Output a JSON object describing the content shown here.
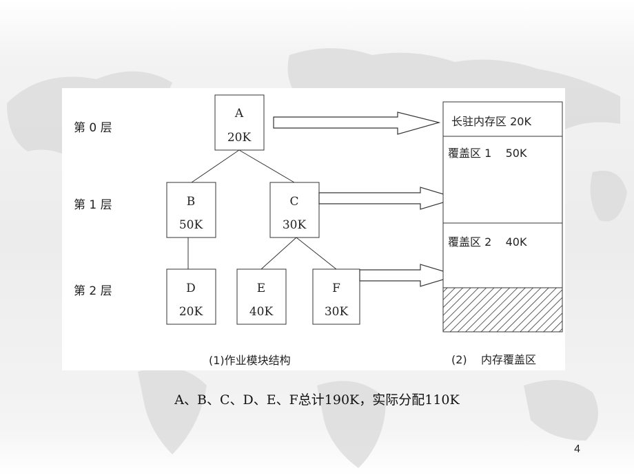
{
  "diagram": {
    "layers": [
      "第 0 层",
      "第 1 层",
      "第 2 层"
    ],
    "modules": [
      {
        "name": "A",
        "size": "20K"
      },
      {
        "name": "B",
        "size": "50K"
      },
      {
        "name": "C",
        "size": "30K"
      },
      {
        "name": "D",
        "size": "20K"
      },
      {
        "name": "E",
        "size": "40K"
      },
      {
        "name": "F",
        "size": "30K"
      }
    ],
    "memory": {
      "resident": "长驻内存区 20K",
      "overlay1": "覆盖区 1    50K",
      "overlay2": "覆盖区 2    40K"
    },
    "caption_left": "(1)作业模块结构",
    "caption_right": "(2)    内存覆盖区"
  },
  "caption": "A、B、C、D、E、F总计190K，实际分配110K",
  "page_number": "4"
}
